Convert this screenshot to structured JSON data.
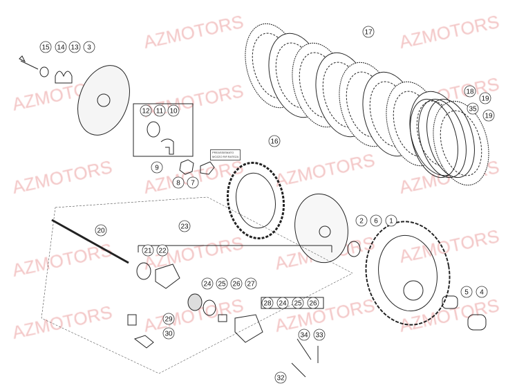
{
  "watermark": "AZMOTORS",
  "note": {
    "line1": "PREASSIEMATO",
    "line2": "MOZZO RIF.RATEZA"
  },
  "callouts": [
    "15",
    "14",
    "13",
    "3",
    "12",
    "11",
    "10",
    "9",
    "8",
    "7",
    "17",
    "16",
    "18",
    "19",
    "35",
    "19",
    "20",
    "23",
    "21",
    "22",
    "2",
    "6",
    "1",
    "24",
    "25",
    "26",
    "27",
    "28",
    "24",
    "25",
    "26",
    "29",
    "30",
    "34",
    "33",
    "32",
    "5",
    "4"
  ],
  "colors": {
    "line": "#222222",
    "watermark": "#f3c6c6"
  }
}
